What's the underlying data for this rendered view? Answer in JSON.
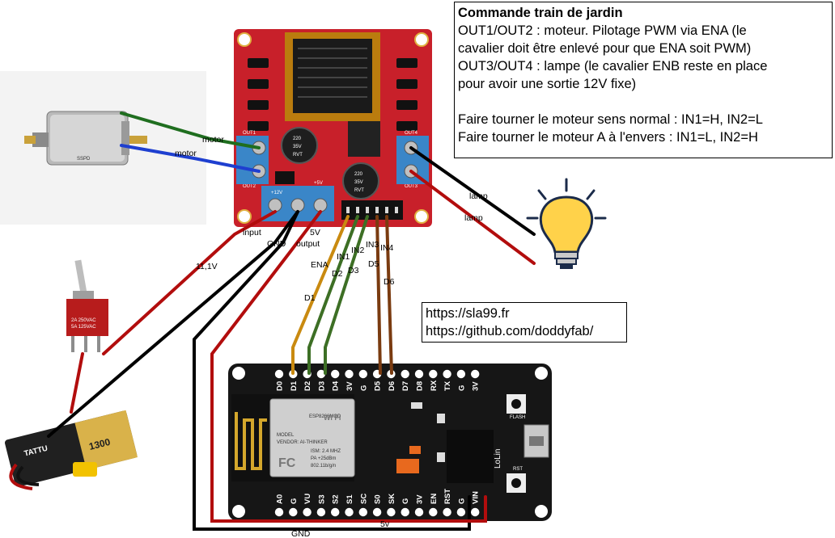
{
  "note": {
    "title": "Commande train de jardin",
    "lines": [
      "OUT1/OUT2 : moteur. Pilotage PWM via ENA (le",
      "cavalier doit être enlevé pour que ENA soit PWM)",
      "OUT3/OUT4 : lampe (le cavalier ENB reste en place",
      "pour avoir une sortie 12V fixe)",
      "",
      "Faire tourner le moteur sens normal : IN1=H, IN2=L",
      "Faire tourner le moteur A à l'envers : IN1=L, IN2=H"
    ]
  },
  "links": {
    "line1": "https://sla99.fr",
    "line2": "https://github.com/doddyfab/"
  },
  "wire_labels": {
    "motor1": "motor",
    "motor2": "motor",
    "lamp1": "lamp",
    "lamp2": "lamp",
    "input": "input",
    "five_v": "5V",
    "gnd_top": "GND",
    "output": "output",
    "battery": "11,1V",
    "ena": "ENA",
    "d1": "D1",
    "in1": "IN1",
    "d2": "D2",
    "in2": "IN2",
    "d3": "D3",
    "in3": "IN3",
    "d5": "D5",
    "in4": "IN4",
    "d6": "D6",
    "gnd_bottom": "GND",
    "five_v_bottom": "5v"
  },
  "driver": {
    "out1": "OUT1",
    "out2": "OUT2",
    "out3": "OUT3",
    "out4": "OUT4",
    "cap1": "220\n35V\nRVT",
    "cap1_a": "220",
    "cap1_b": "35V",
    "cap1_c": "RVT",
    "cap2_a": "220",
    "cap2_b": "35V",
    "cap2_c": "RVT",
    "plus12": "+12V",
    "plus5": "+5V"
  },
  "nodemcu": {
    "top_pins": [
      "D0",
      "D1",
      "D2",
      "D3",
      "D4",
      "3V",
      "G",
      "D5",
      "D6",
      "D7",
      "D8",
      "RX",
      "TX",
      "G",
      "3V"
    ],
    "bottom_pins": [
      "A0",
      "G",
      "VU",
      "S3",
      "S2",
      "S1",
      "SC",
      "S0",
      "SK",
      "G",
      "3V",
      "EN",
      "RST",
      "G",
      "VIN"
    ],
    "module_name": "ESP8266MOD",
    "vendor": "VENDOR: AI-THINKER",
    "ism": "ISM:  2.4 MHZ",
    "pa": "PA  +25dBm",
    "std": "802.11b/g/n",
    "model": "MODEL",
    "flash": "FLASH",
    "rst": "RST",
    "lolin": "LoLin",
    "wifi": "Wi Fi",
    "fc": "FC"
  },
  "battery": {
    "brand": "TATTU",
    "capacity": "1300"
  },
  "switch": {
    "label1": "2A 250VAC",
    "label2": "5A 125VAC"
  },
  "motor_body": {
    "label": "SSPD"
  },
  "colors": {
    "board_red": "#c8202a",
    "nodemcu_black": "#161616",
    "terminal_blue": "#3a86c8",
    "wire_green": "#1f6e1f",
    "wire_blue": "#1e3fd0",
    "wire_red": "#b20d0d",
    "wire_black": "#000000",
    "wire_orange": "#c98a10",
    "wire_olive": "#3d6f25",
    "wire_brown": "#7a3b10"
  }
}
